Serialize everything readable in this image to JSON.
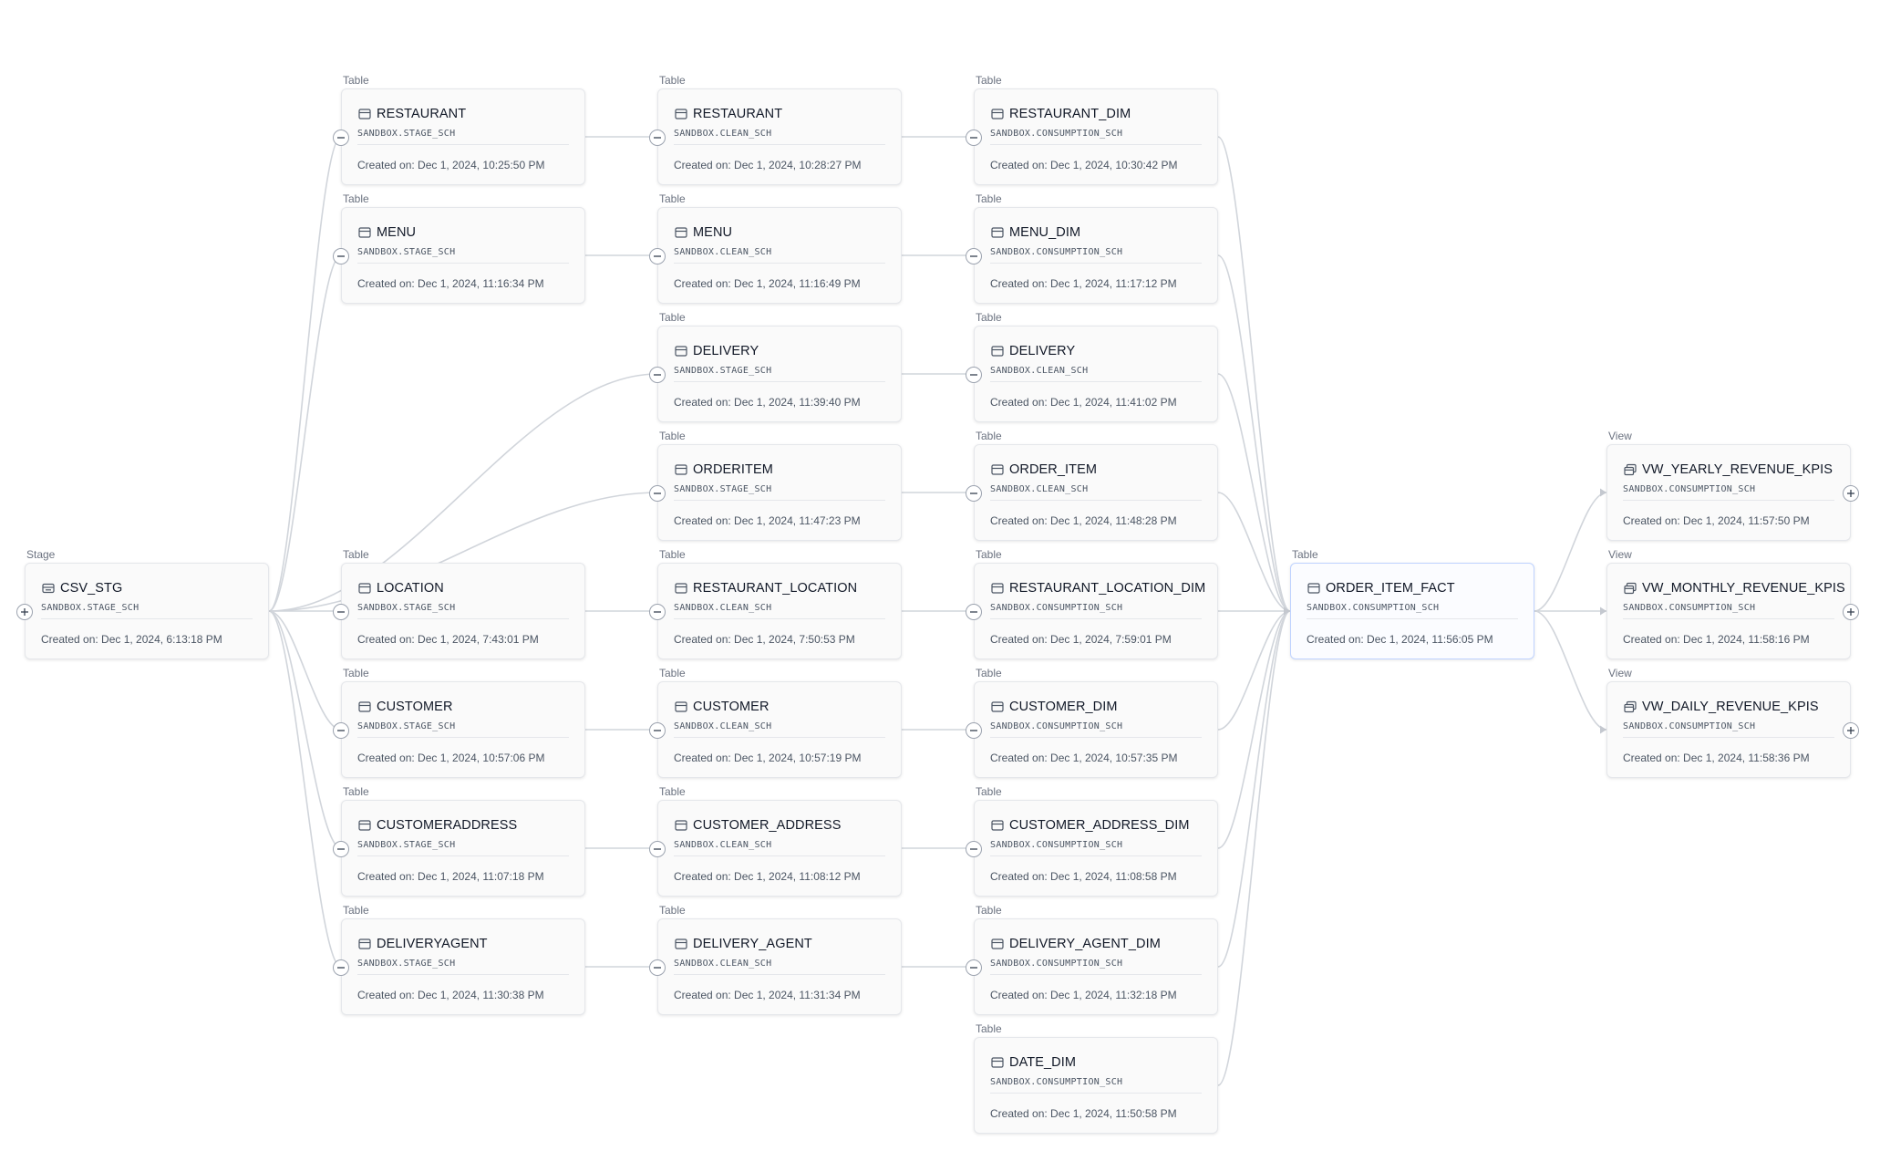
{
  "nodes": [
    {
      "id": "csv_stg",
      "type": "Stage",
      "title": "CSV_STG",
      "schema": "SANDBOX.STAGE_SCH",
      "created": "Created on: Dec 1, 2024, 6:13:18 PM",
      "icon": "stage-icon",
      "left_handle": "expand",
      "selected": false
    },
    {
      "id": "rest_stage",
      "type": "Table",
      "title": "RESTAURANT",
      "schema": "SANDBOX.STAGE_SCH",
      "created": "Created on: Dec 1, 2024, 10:25:50 PM",
      "icon": "table-icon",
      "left_handle": "collapse"
    },
    {
      "id": "menu_stage",
      "type": "Table",
      "title": "MENU",
      "schema": "SANDBOX.STAGE_SCH",
      "created": "Created on: Dec 1, 2024, 11:16:34 PM",
      "icon": "table-icon",
      "left_handle": "collapse"
    },
    {
      "id": "loc_stage",
      "type": "Table",
      "title": "LOCATION",
      "schema": "SANDBOX.STAGE_SCH",
      "created": "Created on: Dec 1, 2024, 7:43:01 PM",
      "icon": "table-icon",
      "left_handle": "collapse"
    },
    {
      "id": "cust_stage",
      "type": "Table",
      "title": "CUSTOMER",
      "schema": "SANDBOX.STAGE_SCH",
      "created": "Created on: Dec 1, 2024, 10:57:06 PM",
      "icon": "table-icon",
      "left_handle": "collapse"
    },
    {
      "id": "custaddr_stage",
      "type": "Table",
      "title": "CUSTOMERADDRESS",
      "schema": "SANDBOX.STAGE_SCH",
      "created": "Created on: Dec 1, 2024, 11:07:18 PM",
      "icon": "table-icon",
      "left_handle": "collapse"
    },
    {
      "id": "agent_stage",
      "type": "Table",
      "title": "DELIVERYAGENT",
      "schema": "SANDBOX.STAGE_SCH",
      "created": "Created on: Dec 1, 2024, 11:30:38 PM",
      "icon": "table-icon",
      "left_handle": "collapse"
    },
    {
      "id": "rest_clean",
      "type": "Table",
      "title": "RESTAURANT",
      "schema": "SANDBOX.CLEAN_SCH",
      "created": "Created on: Dec 1, 2024, 10:28:27 PM",
      "icon": "table-icon",
      "left_handle": "collapse"
    },
    {
      "id": "menu_clean",
      "type": "Table",
      "title": "MENU",
      "schema": "SANDBOX.CLEAN_SCH",
      "created": "Created on: Dec 1, 2024, 11:16:49 PM",
      "icon": "table-icon",
      "left_handle": "collapse"
    },
    {
      "id": "deliv_stage",
      "type": "Table",
      "title": "DELIVERY",
      "schema": "SANDBOX.STAGE_SCH",
      "created": "Created on: Dec 1, 2024, 11:39:40 PM",
      "icon": "table-icon",
      "left_handle": "collapse"
    },
    {
      "id": "orderitem_stage",
      "type": "Table",
      "title": "ORDERITEM",
      "schema": "SANDBOX.STAGE_SCH",
      "created": "Created on: Dec 1, 2024, 11:47:23 PM",
      "icon": "table-icon",
      "left_handle": "collapse"
    },
    {
      "id": "restloc_clean",
      "type": "Table",
      "title": "RESTAURANT_LOCATION",
      "schema": "SANDBOX.CLEAN_SCH",
      "created": "Created on: Dec 1, 2024, 7:50:53 PM",
      "icon": "table-icon",
      "left_handle": "collapse"
    },
    {
      "id": "cust_clean",
      "type": "Table",
      "title": "CUSTOMER",
      "schema": "SANDBOX.CLEAN_SCH",
      "created": "Created on: Dec 1, 2024, 10:57:19 PM",
      "icon": "table-icon",
      "left_handle": "collapse"
    },
    {
      "id": "custaddr_clean",
      "type": "Table",
      "title": "CUSTOMER_ADDRESS",
      "schema": "SANDBOX.CLEAN_SCH",
      "created": "Created on: Dec 1, 2024, 11:08:12 PM",
      "icon": "table-icon",
      "left_handle": "collapse"
    },
    {
      "id": "agent_clean",
      "type": "Table",
      "title": "DELIVERY_AGENT",
      "schema": "SANDBOX.CLEAN_SCH",
      "created": "Created on: Dec 1, 2024, 11:31:34 PM",
      "icon": "table-icon",
      "left_handle": "collapse"
    },
    {
      "id": "rest_dim",
      "type": "Table",
      "title": "RESTAURANT_DIM",
      "schema": "SANDBOX.CONSUMPTION_SCH",
      "created": "Created on: Dec 1, 2024, 10:30:42 PM",
      "icon": "table-icon",
      "left_handle": "collapse"
    },
    {
      "id": "menu_dim",
      "type": "Table",
      "title": "MENU_DIM",
      "schema": "SANDBOX.CONSUMPTION_SCH",
      "created": "Created on: Dec 1, 2024, 11:17:12 PM",
      "icon": "table-icon",
      "left_handle": "collapse"
    },
    {
      "id": "deliv_clean",
      "type": "Table",
      "title": "DELIVERY",
      "schema": "SANDBOX.CLEAN_SCH",
      "created": "Created on: Dec 1, 2024, 11:41:02 PM",
      "icon": "table-icon",
      "left_handle": "collapse"
    },
    {
      "id": "order_item_clean",
      "type": "Table",
      "title": "ORDER_ITEM",
      "schema": "SANDBOX.CLEAN_SCH",
      "created": "Created on: Dec 1, 2024, 11:48:28 PM",
      "icon": "table-icon",
      "left_handle": "collapse"
    },
    {
      "id": "restloc_dim",
      "type": "Table",
      "title": "RESTAURANT_LOCATION_DIM",
      "schema": "SANDBOX.CONSUMPTION_SCH",
      "created": "Created on: Dec 1, 2024, 7:59:01 PM",
      "icon": "table-icon",
      "left_handle": "collapse"
    },
    {
      "id": "cust_dim",
      "type": "Table",
      "title": "CUSTOMER_DIM",
      "schema": "SANDBOX.CONSUMPTION_SCH",
      "created": "Created on: Dec 1, 2024, 10:57:35 PM",
      "icon": "table-icon",
      "left_handle": "collapse"
    },
    {
      "id": "custaddr_dim",
      "type": "Table",
      "title": "CUSTOMER_ADDRESS_DIM",
      "schema": "SANDBOX.CONSUMPTION_SCH",
      "created": "Created on: Dec 1, 2024, 11:08:58 PM",
      "icon": "table-icon",
      "left_handle": "collapse"
    },
    {
      "id": "agent_dim",
      "type": "Table",
      "title": "DELIVERY_AGENT_DIM",
      "schema": "SANDBOX.CONSUMPTION_SCH",
      "created": "Created on: Dec 1, 2024, 11:32:18 PM",
      "icon": "table-icon",
      "left_handle": "collapse"
    },
    {
      "id": "date_dim",
      "type": "Table",
      "title": "DATE_DIM",
      "schema": "SANDBOX.CONSUMPTION_SCH",
      "created": "Created on: Dec 1, 2024, 11:50:58 PM",
      "icon": "table-icon",
      "left_handle": "none"
    },
    {
      "id": "fact",
      "type": "Table",
      "title": "ORDER_ITEM_FACT",
      "schema": "SANDBOX.CONSUMPTION_SCH",
      "created": "Created on: Dec 1, 2024, 11:56:05 PM",
      "icon": "table-icon",
      "left_handle": "none",
      "selected": true
    },
    {
      "id": "vw_yearly",
      "type": "View",
      "title": "VW_YEARLY_REVENUE_KPIS",
      "schema": "SANDBOX.CONSUMPTION_SCH",
      "created": "Created on: Dec 1, 2024, 11:57:50 PM",
      "icon": "view-icon",
      "right_handle": "expand"
    },
    {
      "id": "vw_monthly",
      "type": "View",
      "title": "VW_MONTHLY_REVENUE_KPIS",
      "schema": "SANDBOX.CONSUMPTION_SCH",
      "created": "Created on: Dec 1, 2024, 11:58:16 PM",
      "icon": "view-icon",
      "right_handle": "expand"
    },
    {
      "id": "vw_daily",
      "type": "View",
      "title": "VW_DAILY_REVENUE_KPIS",
      "schema": "SANDBOX.CONSUMPTION_SCH",
      "created": "Created on: Dec 1, 2024, 11:58:36 PM",
      "icon": "view-icon",
      "right_handle": "expand"
    }
  ],
  "edges": [
    [
      "csv_stg",
      "rest_stage"
    ],
    [
      "csv_stg",
      "menu_stage"
    ],
    [
      "csv_stg",
      "deliv_stage"
    ],
    [
      "csv_stg",
      "orderitem_stage"
    ],
    [
      "csv_stg",
      "loc_stage"
    ],
    [
      "csv_stg",
      "cust_stage"
    ],
    [
      "csv_stg",
      "custaddr_stage"
    ],
    [
      "csv_stg",
      "agent_stage"
    ],
    [
      "rest_stage",
      "rest_clean"
    ],
    [
      "menu_stage",
      "menu_clean"
    ],
    [
      "loc_stage",
      "restloc_clean"
    ],
    [
      "cust_stage",
      "cust_clean"
    ],
    [
      "custaddr_stage",
      "custaddr_clean"
    ],
    [
      "agent_stage",
      "agent_clean"
    ],
    [
      "rest_clean",
      "rest_dim"
    ],
    [
      "menu_clean",
      "menu_dim"
    ],
    [
      "deliv_stage",
      "deliv_clean"
    ],
    [
      "orderitem_stage",
      "order_item_clean"
    ],
    [
      "restloc_clean",
      "restloc_dim"
    ],
    [
      "cust_clean",
      "cust_dim"
    ],
    [
      "custaddr_clean",
      "custaddr_dim"
    ],
    [
      "agent_clean",
      "agent_dim"
    ],
    [
      "rest_dim",
      "fact"
    ],
    [
      "menu_dim",
      "fact"
    ],
    [
      "deliv_clean",
      "fact"
    ],
    [
      "order_item_clean",
      "fact"
    ],
    [
      "restloc_dim",
      "fact"
    ],
    [
      "cust_dim",
      "fact"
    ],
    [
      "custaddr_dim",
      "fact"
    ],
    [
      "agent_dim",
      "fact"
    ],
    [
      "date_dim",
      "fact"
    ],
    [
      "fact",
      "vw_yearly"
    ],
    [
      "fact",
      "vw_monthly"
    ],
    [
      "fact",
      "vw_daily"
    ]
  ],
  "colors": {
    "edge": "#d1d5db",
    "card_border": "#e5e7eb",
    "selected_border": "#bfd3ff",
    "handle_border": "#9ca3af"
  }
}
